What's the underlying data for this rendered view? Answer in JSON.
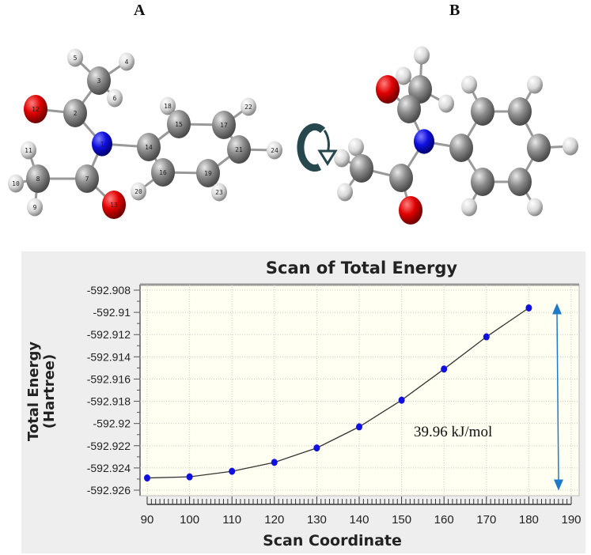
{
  "figure": {
    "panel_a_label": "A",
    "panel_b_label": "B",
    "molecule_a_atom_labels": [
      "1",
      "2",
      "3",
      "4",
      "5",
      "6",
      "7",
      "8",
      "9",
      "10",
      "11",
      "12",
      "13",
      "14",
      "15",
      "16",
      "17",
      "18",
      "19",
      "20",
      "21",
      "22",
      "23",
      "24"
    ],
    "rotation_icon": "rotate-clockwise-icon",
    "atom_colors": {
      "C": "#8c8c8c",
      "H": "#e6e6e6",
      "O": "#e00000",
      "N": "#1010e0"
    }
  },
  "chart_data": {
    "type": "line",
    "title": "Scan of Total Energy",
    "xlabel": "Scan Coordinate",
    "ylabel": "Total Energy\n(Hartree)",
    "ylabel_lines": [
      "Total Energy",
      "(Hartree)"
    ],
    "xlim": [
      90,
      190
    ],
    "ylim": [
      -592.926,
      -592.908
    ],
    "x_ticks": [
      "90",
      "100",
      "110",
      "120",
      "130",
      "140",
      "150",
      "160",
      "170",
      "180",
      "190"
    ],
    "y_ticks": [
      "-592.908",
      "-592.91",
      "-592.912",
      "-592.914",
      "-592.916",
      "-592.918",
      "-592.92",
      "-592.922",
      "-592.924",
      "-592.926"
    ],
    "grid": true,
    "series": [
      {
        "x": [
          90,
          100,
          110,
          120,
          130,
          140,
          150,
          160,
          170,
          180
        ],
        "y": [
          -592.9249,
          -592.9248,
          -592.9243,
          -592.9235,
          -592.9222,
          -592.9203,
          -592.9179,
          -592.9151,
          -592.9122,
          -592.9096
        ],
        "marker_color": "#1010e0",
        "line_color": "#333333"
      }
    ],
    "annotation": {
      "text": "39.96 kJ/mol",
      "arrow_from": -592.9249,
      "arrow_to": -592.9096,
      "arrow_color": "#1f7ac8"
    },
    "plot_background": "#fffff2",
    "panel_background": "#eeeeee"
  }
}
